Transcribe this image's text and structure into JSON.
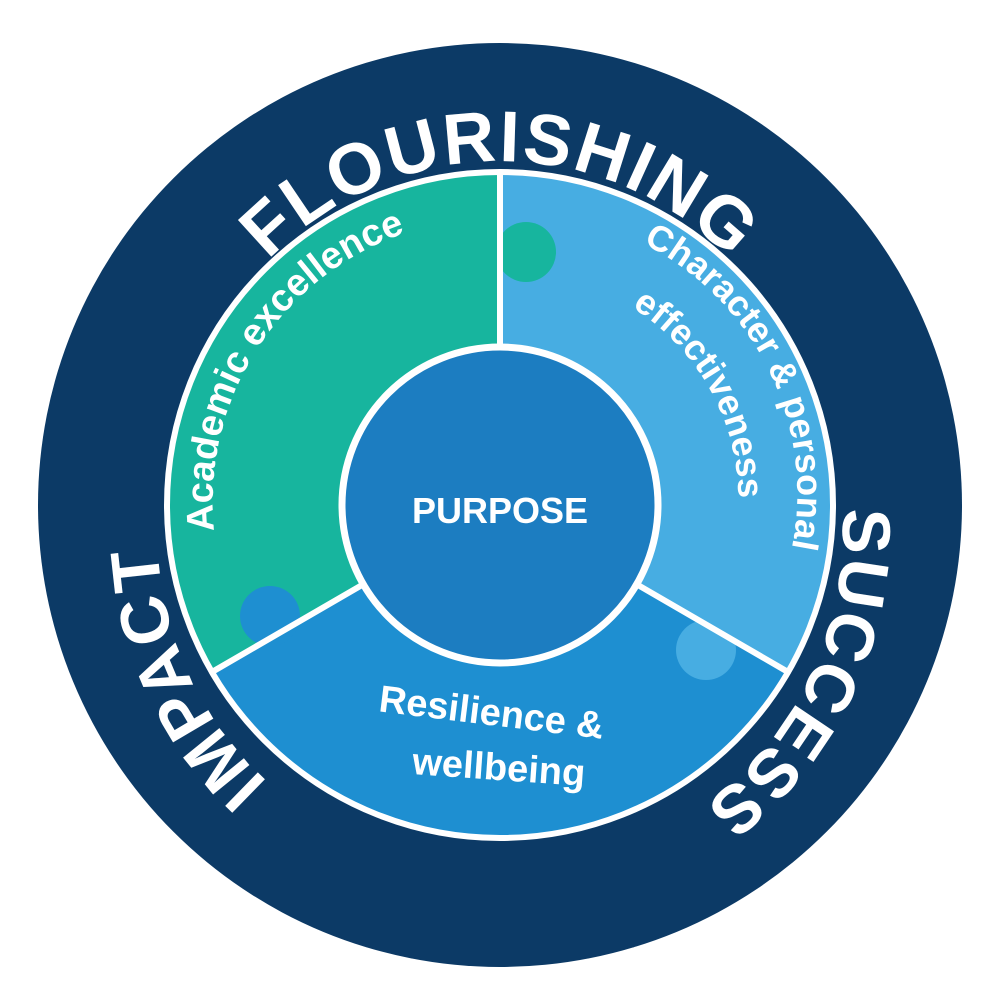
{
  "diagram": {
    "ring_words": {
      "top": "FLOURISHING",
      "right": "SUCCESS",
      "left": "IMPACT"
    },
    "segments": {
      "academic": {
        "label": "Academic excellence",
        "color": "#17b59e"
      },
      "character": {
        "line1": "Character & personal",
        "line2": "effectiveness",
        "color": "#47ade2"
      },
      "resilience": {
        "line1": "Resilience &",
        "line2": "wellbeing",
        "color": "#1e8fd1"
      }
    },
    "center": {
      "label": "PURPOSE",
      "color": "#1c7dc1"
    },
    "colors": {
      "outer_ring": "#0c3a66",
      "white": "#ffffff"
    }
  }
}
